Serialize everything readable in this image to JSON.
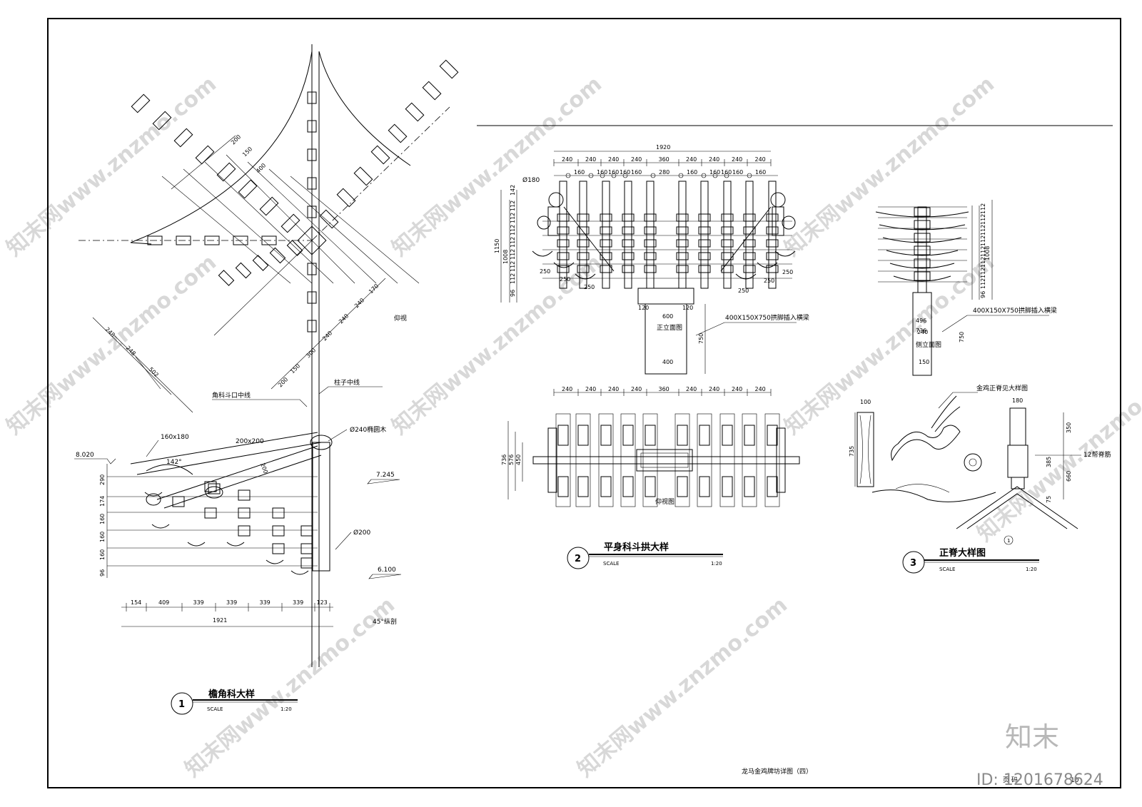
{
  "drawing": {
    "sheet_title": "龙马金鸡牌坊详图（四）",
    "page_no_label": "页 码",
    "page_no_value": "10"
  },
  "detail1": {
    "number": "1",
    "title": "檐角科大样",
    "scale_label": "SCALE",
    "scale_value": "1:20",
    "plan_view_label": "仰视",
    "section_label": "45°纵剖",
    "corner_axis_label": "角科斗口中线",
    "column_axis_label": "柱子中线",
    "member_a": "160x180",
    "member_b": "200x200",
    "member_c": "Ø240椭圆木",
    "member_d": "Ø200",
    "angle": "142°",
    "elev_top": "8.020",
    "elev_mid": "7.245",
    "elev_bot": "6.100",
    "plan_dims_top": [
      "200",
      "150",
      "400"
    ],
    "plan_dims_right": [
      "170",
      "240",
      "240",
      "240",
      "300",
      "150",
      "200"
    ],
    "plan_dims_left": [
      "248",
      "248",
      "502"
    ],
    "sec_vert_dims": [
      "290",
      "174",
      "160",
      "160",
      "160",
      "96"
    ],
    "sec_horz_dims": [
      "154",
      "409",
      "339",
      "339",
      "339",
      "339",
      "123"
    ],
    "sec_total": "1921",
    "tilt_dim": "200"
  },
  "detail2": {
    "number": "2",
    "title": "平身科斗拱大样",
    "scale_label": "SCALE",
    "scale_value": "1:20",
    "front_label": "正立面图",
    "bottom_label": "仰视图",
    "beam_note": "400X150X750拱脚插入横梁",
    "total": "1920",
    "top_dims": [
      "240",
      "240",
      "240",
      "240",
      "360",
      "240",
      "240",
      "240",
      "240"
    ],
    "sub_dims": [
      "160",
      "160",
      "160",
      "160",
      "160",
      "280",
      "160",
      "160",
      "160",
      "160",
      "160"
    ],
    "dia": "Ø180",
    "height_total": "1150",
    "height_inner": "1008",
    "row_dims": [
      "142",
      "112",
      "112",
      "112",
      "112",
      "112",
      "112",
      "112",
      "96"
    ],
    "bracket_dims": [
      "250",
      "250",
      "250",
      "250",
      "250",
      "250"
    ],
    "base_dims": [
      "120",
      "120",
      "600",
      "400"
    ],
    "base_height": "750",
    "bv_dims": [
      "240",
      "240",
      "240",
      "240",
      "360",
      "240",
      "240",
      "240",
      "240"
    ],
    "bv_side": [
      "736",
      "576",
      "450"
    ]
  },
  "detail3": {
    "number": "3",
    "title": "正脊大样图",
    "scale_label": "SCALE",
    "scale_value": "1:20",
    "side_label": "侧立面图",
    "beam_note": "400X150X750拱脚插入横梁",
    "ridge_note": "金鸡正脊见大样图",
    "rebar_note": "12帮脊筋",
    "height_inner": "1008",
    "row_dims": [
      "112",
      "112",
      "112",
      "112",
      "112",
      "112",
      "112",
      "112",
      "96"
    ],
    "bottom_dims": [
      "240",
      "496",
      "736",
      "150"
    ],
    "side_height": "750",
    "ridge_dims_left": [
      "100",
      "735"
    ],
    "ridge_dims_top": [
      "180"
    ],
    "ridge_dims_right": [
      "350",
      "385",
      "660",
      "75"
    ],
    "circle_mark": "1"
  },
  "watermark": {
    "text": "知末网www.znzmo.com",
    "logo": "知末",
    "id_label": "ID: 1201678624"
  }
}
